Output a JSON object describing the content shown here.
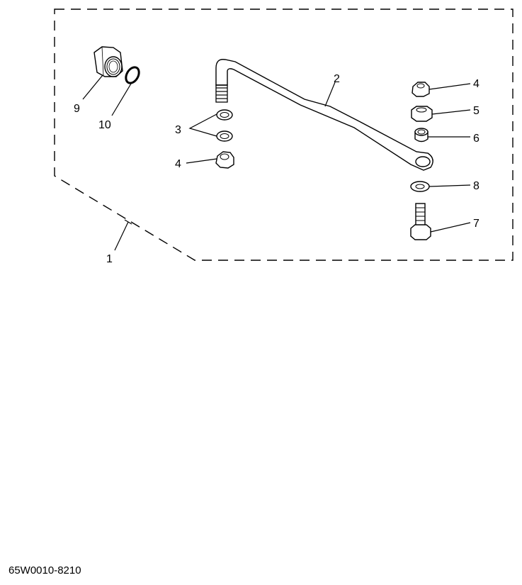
{
  "diagram": {
    "drawing_code": "65W0010-8210",
    "callouts": [
      {
        "id": "c1",
        "label": "1"
      },
      {
        "id": "c2",
        "label": "2"
      },
      {
        "id": "c3",
        "label": "3"
      },
      {
        "id": "c4a",
        "label": "4"
      },
      {
        "id": "c4b",
        "label": "4"
      },
      {
        "id": "c5",
        "label": "5"
      },
      {
        "id": "c6",
        "label": "6"
      },
      {
        "id": "c7",
        "label": "7"
      },
      {
        "id": "c8",
        "label": "8"
      },
      {
        "id": "c9",
        "label": "9"
      },
      {
        "id": "c10",
        "label": "10"
      }
    ],
    "parts": [
      {
        "number": "1",
        "name": "kit-assembly-boundary"
      },
      {
        "number": "2",
        "name": "steering-link-rod"
      },
      {
        "number": "3",
        "name": "washer"
      },
      {
        "number": "4",
        "name": "lock-nut"
      },
      {
        "number": "5",
        "name": "nut"
      },
      {
        "number": "6",
        "name": "collar"
      },
      {
        "number": "7",
        "name": "bolt"
      },
      {
        "number": "8",
        "name": "washer"
      },
      {
        "number": "9",
        "name": "threaded-nut"
      },
      {
        "number": "10",
        "name": "o-ring"
      }
    ]
  }
}
